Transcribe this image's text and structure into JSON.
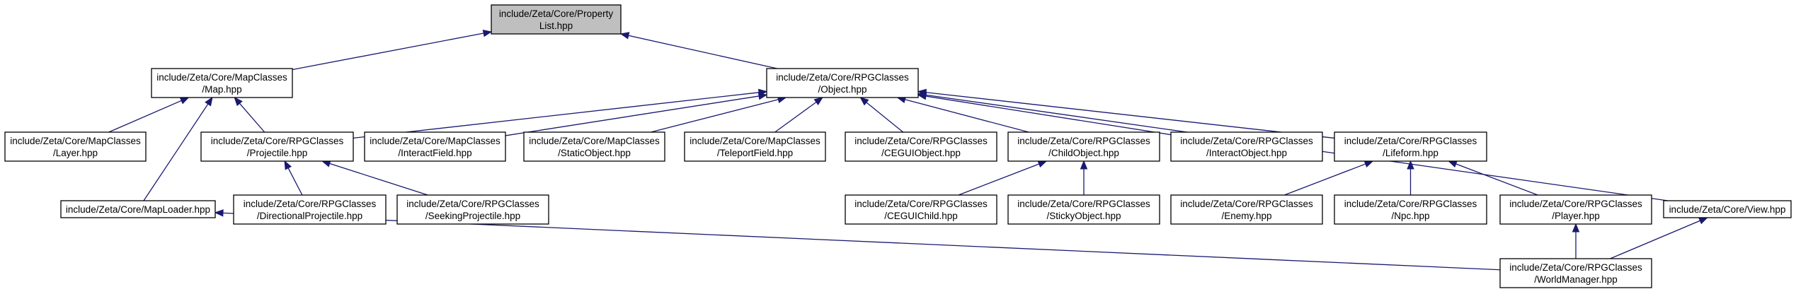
{
  "colors": {
    "edge": "#191970",
    "root_fill": "#bfbfbf",
    "node_fill": "#ffffff",
    "node_border": "#000000"
  },
  "nodes": {
    "property_list": [
      "include/Zeta/Core/Property",
      "List.hpp"
    ],
    "map": [
      "include/Zeta/Core/MapClasses",
      "/Map.hpp"
    ],
    "object": [
      "include/Zeta/Core/RPGClasses",
      "/Object.hpp"
    ],
    "layer": [
      "include/Zeta/Core/MapClasses",
      "/Layer.hpp"
    ],
    "projectile": [
      "include/Zeta/Core/RPGClasses",
      "/Projectile.hpp"
    ],
    "interact_field": [
      "include/Zeta/Core/MapClasses",
      "/InteractField.hpp"
    ],
    "static_object": [
      "include/Zeta/Core/MapClasses",
      "/StaticObject.hpp"
    ],
    "teleport_field": [
      "include/Zeta/Core/MapClasses",
      "/TeleportField.hpp"
    ],
    "cegui_object": [
      "include/Zeta/Core/RPGClasses",
      "/CEGUIObject.hpp"
    ],
    "child_object": [
      "include/Zeta/Core/RPGClasses",
      "/ChildObject.hpp"
    ],
    "interact_object": [
      "include/Zeta/Core/RPGClasses",
      "/InteractObject.hpp"
    ],
    "lifeform": [
      "include/Zeta/Core/RPGClasses",
      "/Lifeform.hpp"
    ],
    "map_loader": [
      "include/Zeta/Core/MapLoader.hpp"
    ],
    "directional_projectile": [
      "include/Zeta/Core/RPGClasses",
      "/DirectionalProjectile.hpp"
    ],
    "seeking_projectile": [
      "include/Zeta/Core/RPGClasses",
      "/SeekingProjectile.hpp"
    ],
    "cegui_child": [
      "include/Zeta/Core/RPGClasses",
      "/CEGUIChild.hpp"
    ],
    "sticky_object": [
      "include/Zeta/Core/RPGClasses",
      "/StickyObject.hpp"
    ],
    "enemy": [
      "include/Zeta/Core/RPGClasses",
      "/Enemy.hpp"
    ],
    "npc": [
      "include/Zeta/Core/RPGClasses",
      "/Npc.hpp"
    ],
    "player": [
      "include/Zeta/Core/RPGClasses",
      "/Player.hpp"
    ],
    "view": [
      "include/Zeta/Core/View.hpp"
    ],
    "world_manager": [
      "include/Zeta/Core/RPGClasses",
      "/WorldManager.hpp"
    ]
  },
  "edges": [
    [
      "map",
      "property_list"
    ],
    [
      "object",
      "property_list"
    ],
    [
      "layer",
      "map"
    ],
    [
      "projectile",
      "map"
    ],
    [
      "map_loader",
      "map"
    ],
    [
      "projectile",
      "object"
    ],
    [
      "interact_field",
      "object"
    ],
    [
      "static_object",
      "object"
    ],
    [
      "teleport_field",
      "object"
    ],
    [
      "cegui_object",
      "object"
    ],
    [
      "child_object",
      "object"
    ],
    [
      "interact_object",
      "object"
    ],
    [
      "lifeform",
      "object"
    ],
    [
      "view",
      "object"
    ],
    [
      "directional_projectile",
      "projectile"
    ],
    [
      "seeking_projectile",
      "projectile"
    ],
    [
      "cegui_child",
      "child_object"
    ],
    [
      "sticky_object",
      "child_object"
    ],
    [
      "enemy",
      "lifeform"
    ],
    [
      "npc",
      "lifeform"
    ],
    [
      "player",
      "lifeform"
    ],
    [
      "world_manager",
      "map_loader"
    ],
    [
      "world_manager",
      "player"
    ],
    [
      "world_manager",
      "view"
    ]
  ]
}
